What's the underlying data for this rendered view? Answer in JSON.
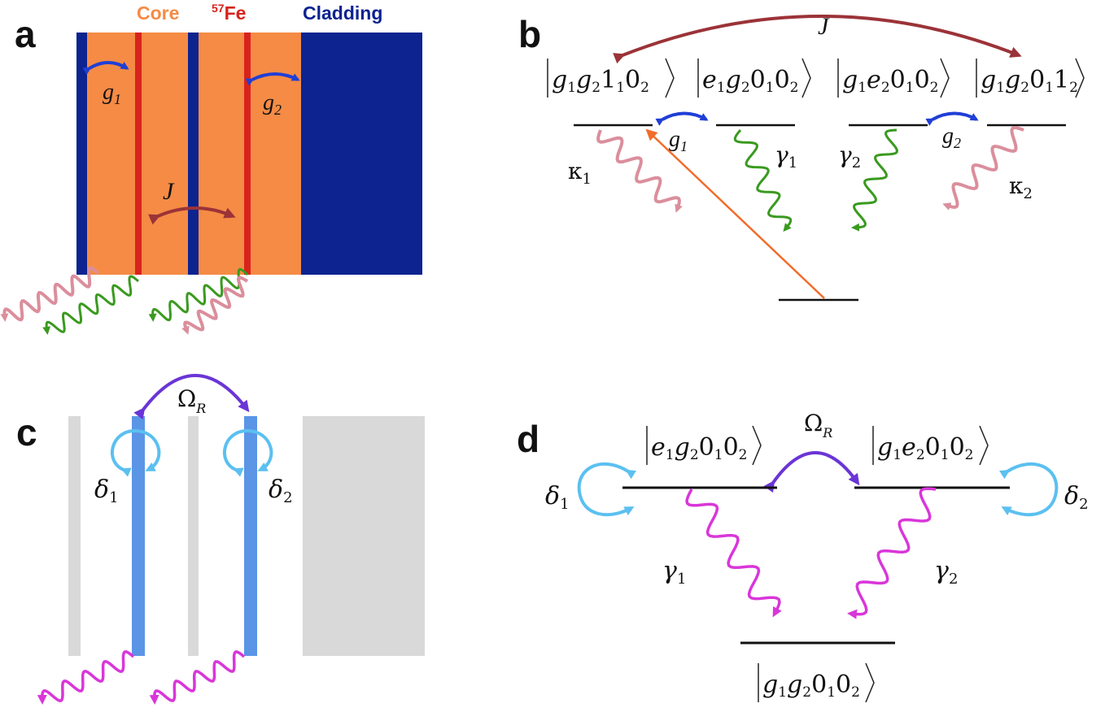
{
  "panel_labels": [
    "a",
    "b",
    "c",
    "d"
  ],
  "panel_a": {
    "header_core": "Core",
    "header_fe_mass": "57",
    "header_fe_symbol": "Fe",
    "header_cladding": "Cladding",
    "g1_label": "g",
    "g1_sub": "1",
    "g2_label": "g",
    "g2_sub": "2",
    "j_label": "J"
  },
  "panel_b": {
    "j_label": "J",
    "state1": {
      "a": "g",
      "as": "1",
      "b": "g",
      "bs": "2",
      "c": "1",
      "cs": "1",
      "d": "0",
      "ds": "2"
    },
    "state2": {
      "a": "e",
      "as": "1",
      "b": "g",
      "bs": "2",
      "c": "0",
      "cs": "1",
      "d": "0",
      "ds": "2"
    },
    "state3": {
      "a": "g",
      "as": "1",
      "b": "e",
      "bs": "2",
      "c": "0",
      "cs": "1",
      "d": "0",
      "ds": "2"
    },
    "state4": {
      "a": "g",
      "as": "1",
      "b": "g",
      "bs": "2",
      "c": "0",
      "cs": "1",
      "d": "1",
      "ds": "2"
    },
    "g1_label": "g",
    "g1_sub": "1",
    "g2_label": "g",
    "g2_sub": "2",
    "kappa1": "κ",
    "kappa1_sub": "1",
    "kappa2": "κ",
    "kappa2_sub": "2",
    "gamma1": "γ",
    "gamma1_sub": "1",
    "gamma2": "γ",
    "gamma2_sub": "2"
  },
  "panel_c": {
    "omega_label": "Ω",
    "omega_sub": "R",
    "delta1": "δ",
    "delta1_sub": "1",
    "delta2": "δ",
    "delta2_sub": "2"
  },
  "panel_d": {
    "omega_label": "Ω",
    "omega_sub": "R",
    "state_left": {
      "a": "e",
      "as": "1",
      "b": "g",
      "bs": "2",
      "c": "0",
      "cs": "1",
      "d": "0",
      "ds": "2"
    },
    "state_right": {
      "a": "g",
      "as": "1",
      "b": "e",
      "bs": "2",
      "c": "0",
      "cs": "1",
      "d": "0",
      "ds": "2"
    },
    "state_ground": {
      "a": "g",
      "as": "1",
      "b": "g",
      "bs": "2",
      "c": "0",
      "cs": "1",
      "d": "0",
      "ds": "2"
    },
    "delta1": "δ",
    "delta1_sub": "1",
    "delta2": "δ",
    "delta2_sub": "2",
    "gamma1": "γ",
    "gamma1_sub": "1",
    "gamma2": "γ",
    "gamma2_sub": "2"
  },
  "colors": {
    "core": "#F58B45",
    "cladding": "#0C2390",
    "fe_layer": "#D8231C",
    "coupling_blue": "#1F3FD6",
    "coupling_J": "#9B3338",
    "decay_pink": "#DB8E9C",
    "decay_green": "#3A9A1F",
    "drive_orange": "#F26C2A",
    "grey_layer": "#D9D9D9",
    "blue_layer": "#5B95E6",
    "omega_purple": "#6A35D6",
    "detuning_cyan": "#5BC0F0",
    "decay_magenta": "#D936D9",
    "header_core": "#F58B45",
    "header_fe": "#D8231C",
    "header_cladding": "#0C2390"
  }
}
